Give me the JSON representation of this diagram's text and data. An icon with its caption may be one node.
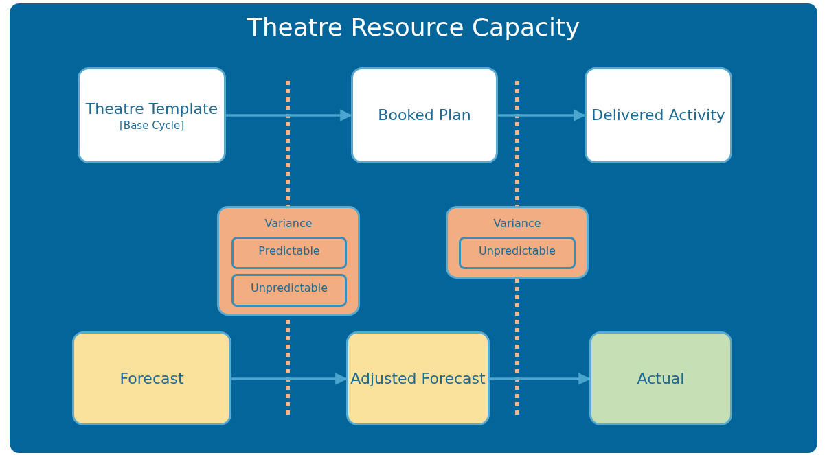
{
  "diagram": {
    "title": "Theatre Resource Capacity",
    "nodes": [
      {
        "text": [
          "Theatre Template",
          "[Base Cycle]"
        ]
      },
      {
        "text": [
          "Booked Plan"
        ]
      },
      {
        "text": [
          "Delivered Activity"
        ]
      },
      {
        "text": [
          "Variance"
        ]
      },
      {
        "text": [
          "Predictable"
        ],
        "in": 3
      },
      {
        "text": [
          "Unpredictable"
        ],
        "in": 3
      },
      {
        "text": [
          "Variance"
        ]
      },
      {
        "text": [
          "Unpredictable"
        ],
        "in": 6
      },
      {
        "text": [
          "Forecast"
        ]
      },
      {
        "text": [
          "Adjusted Forecast"
        ]
      },
      {
        "text": [
          "Actual"
        ]
      }
    ],
    "edges": [
      {
        "from": 0,
        "to": 1,
        "arrow": "to"
      },
      {
        "from": 1,
        "to": 2,
        "arrow": "to"
      },
      {
        "from": 8,
        "to": 9,
        "arrow": "to"
      },
      {
        "from": 9,
        "to": 10,
        "arrow": "to"
      }
    ]
  }
}
